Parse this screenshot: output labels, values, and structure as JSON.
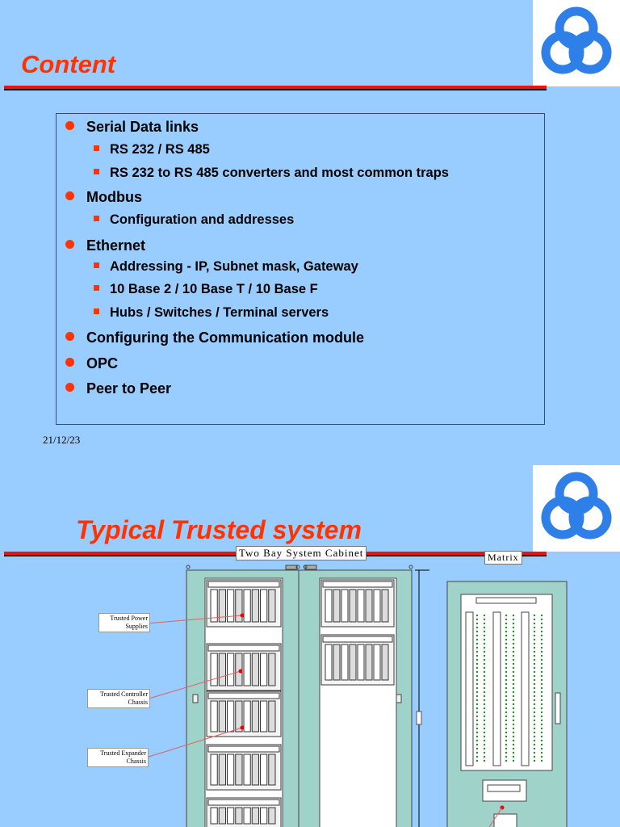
{
  "slide1": {
    "title": "Content",
    "bullets": [
      {
        "level": 1,
        "text": "Serial Data links"
      },
      {
        "level": 2,
        "text": "RS 232 / RS 485"
      },
      {
        "level": 2,
        "text": "RS 232 to RS 485 converters and most common traps"
      },
      {
        "level": 1,
        "text": "Modbus"
      },
      {
        "level": 2,
        "text": "Configuration and addresses"
      },
      {
        "level": 1,
        "text": "Ethernet"
      },
      {
        "level": 2,
        "text": "Addressing - IP, Subnet mask, Gateway"
      },
      {
        "level": 2,
        "text": "10 Base 2 / 10 Base T / 10 Base F"
      },
      {
        "level": 2,
        "text": "Hubs / Switches / Terminal servers"
      },
      {
        "level": 1,
        "text": "Configuring the Communication module"
      },
      {
        "level": 1,
        "text": "OPC"
      },
      {
        "level": 1,
        "text": "Peer to Peer"
      }
    ],
    "date": "21/12/23",
    "logo_icon": "trefoil-knot-logo-icon"
  },
  "slide2": {
    "title": "Typical Trusted system",
    "cabinet_label": "Two Bay System Cabinet",
    "matrix_label": "Matrix",
    "callouts": {
      "power": "Trusted Power Supplies",
      "controller": "Trusted Controller Chassis",
      "expander": "Trusted Expander Chassis"
    },
    "logo_icon": "trefoil-knot-logo-icon"
  },
  "colors": {
    "background": "#99ccff",
    "title": "#ff3300",
    "bullet": "#ff3300",
    "logo": "#2f7fe8",
    "cabinet": "#9fd2c8"
  }
}
